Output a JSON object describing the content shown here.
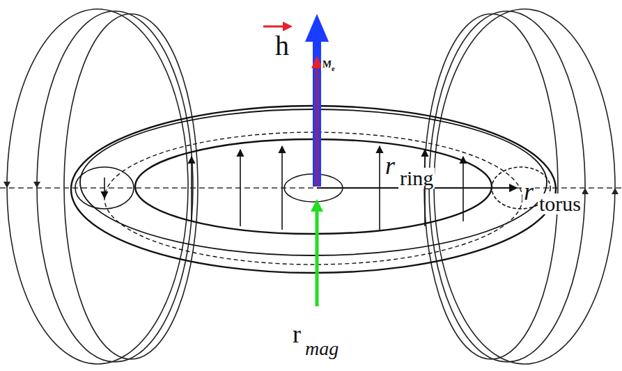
{
  "diagram": {
    "labels": [
      "h",
      "M",
      "e",
      "r",
      "ring",
      "r",
      "torus",
      "r",
      "mag"
    ]
  }
}
